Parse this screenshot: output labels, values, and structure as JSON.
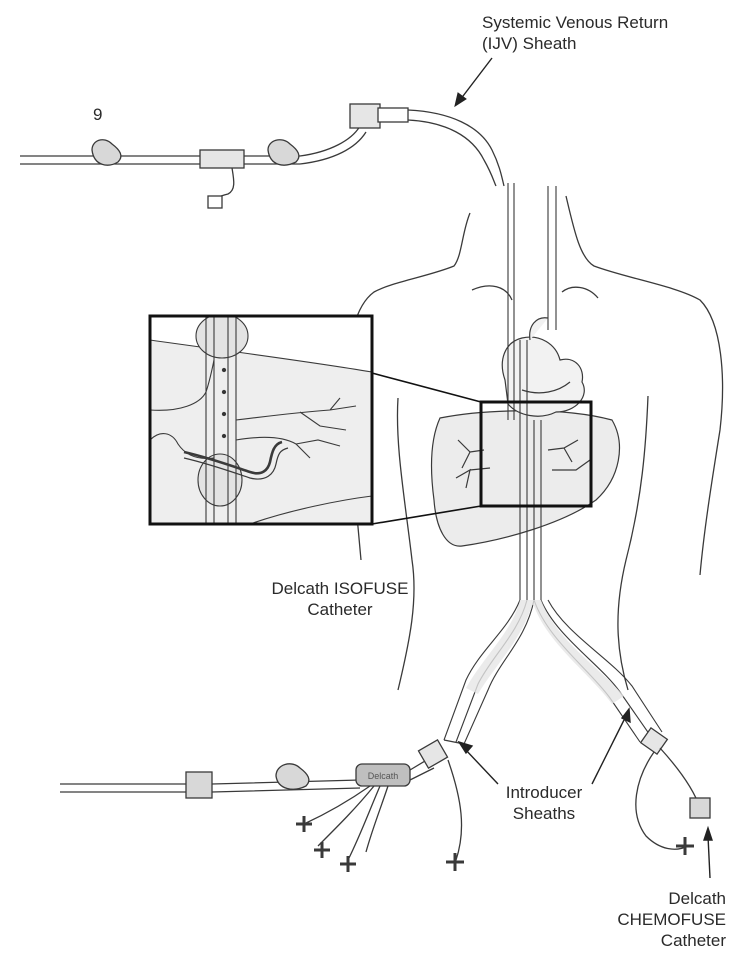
{
  "labels": {
    "systemic_line1": "Systemic Venous Return",
    "systemic_line2": "(IJV) Sheath",
    "number": "9",
    "isofuse_line1": "Delcath ISOFUSE",
    "isofuse_line2": "Catheter",
    "introducer_line1": "Introducer",
    "introducer_line2": "Sheaths",
    "chemofuse_line1": "Delcath",
    "chemofuse_line2": "CHEMOFUSE",
    "chemofuse_line3": "Catheter"
  },
  "colors": {
    "line": "#3a3a3a",
    "fill_light": "#e9e9e9",
    "fill_mid": "#cfcfcf",
    "text": "#2a2a2a"
  }
}
